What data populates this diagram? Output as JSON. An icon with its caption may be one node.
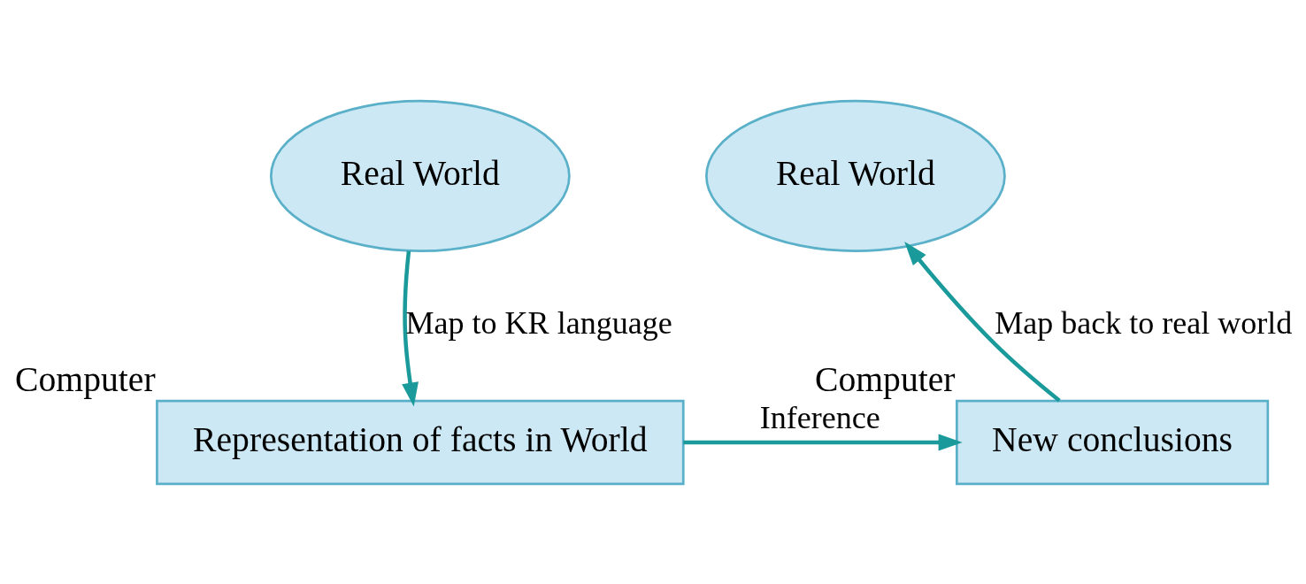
{
  "diagram": {
    "nodes": [
      {
        "text": [
          "Real World"
        ]
      },
      {
        "text": [
          "Representation of facts in World"
        ],
        "beside": [
          "Computer"
        ]
      },
      {
        "text": [
          "New conclusions"
        ],
        "beside": [
          "Computer"
        ]
      },
      {
        "text": [
          "Real World"
        ]
      }
    ],
    "edges": [
      {
        "from": 0,
        "to": 1,
        "arrow": "to",
        "label": "Map to KR language"
      },
      {
        "from": 1,
        "to": 2,
        "arrow": "to",
        "label": "Inference"
      },
      {
        "from": 2,
        "to": 3,
        "arrow": "to",
        "label": "Map back to real world"
      }
    ]
  }
}
